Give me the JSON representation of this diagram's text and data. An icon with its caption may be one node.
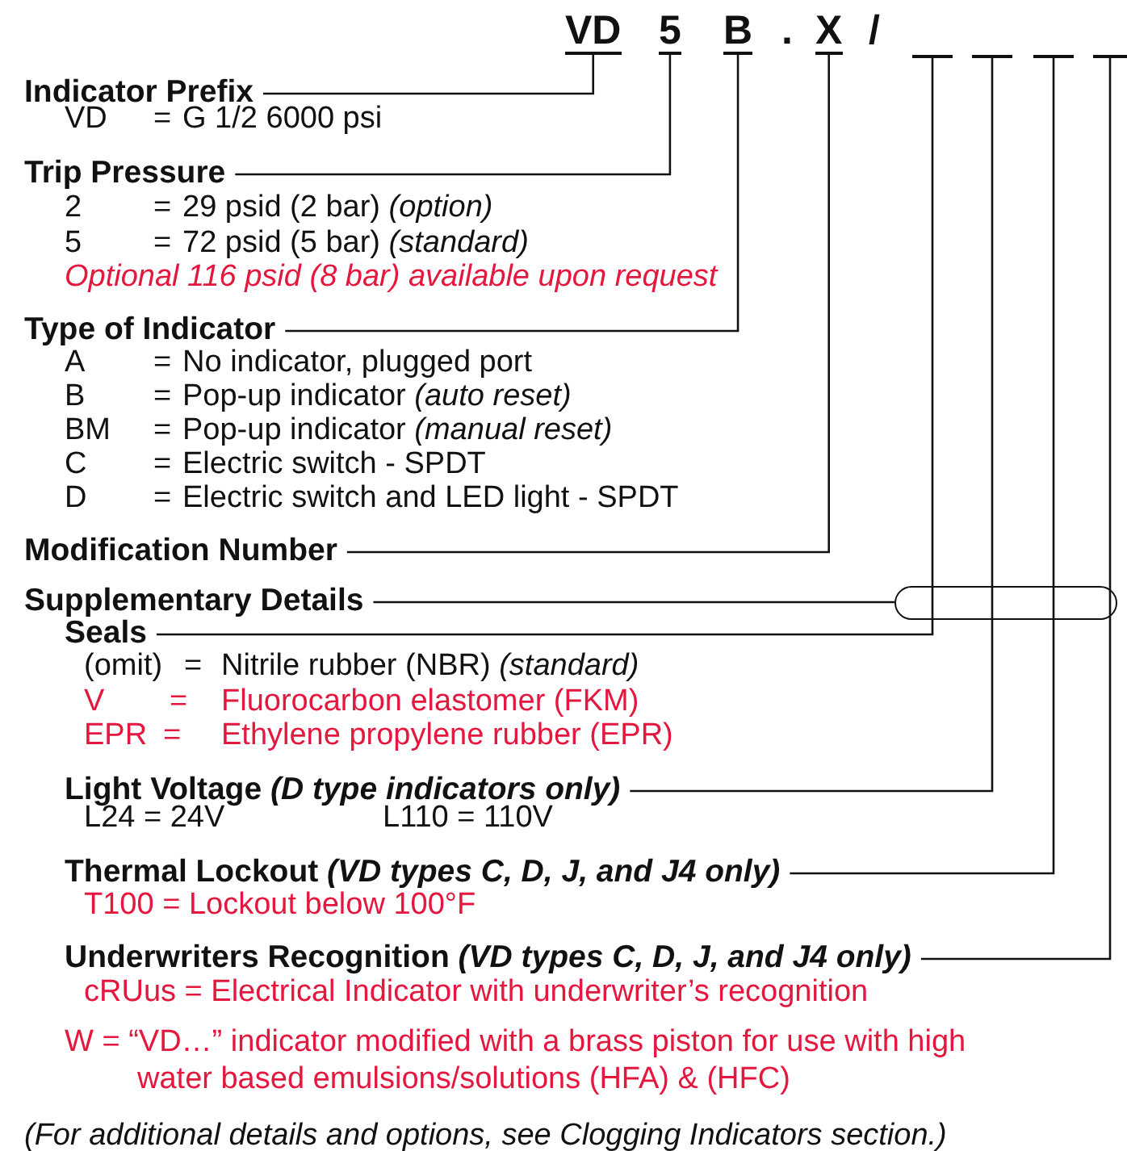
{
  "diagram": {
    "nodes": [
      {
        "text": [
          "VD"
        ]
      },
      {
        "text": [
          "5"
        ]
      },
      {
        "text": [
          "B"
        ]
      },
      {
        "text": [
          "X"
        ]
      },
      {
        "text": [],
        "shape": "line"
      },
      {
        "text": [],
        "shape": "line"
      },
      {
        "text": [],
        "shape": "line"
      },
      {
        "text": [],
        "shape": "line"
      },
      {
        "text": [],
        "shape": "box"
      },
      {
        "text": [
          "Indicator Prefix"
        ]
      },
      {
        "text": [
          "Trip Pressure"
        ]
      },
      {
        "text": [
          "Type of Indicator"
        ]
      },
      {
        "text": [
          "Modification Number"
        ]
      },
      {
        "text": [
          "Supplementary Details"
        ]
      },
      {
        "text": [
          "Seals"
        ]
      },
      {
        "text": [
          "Light Voltage *(D type indicators only)*"
        ]
      },
      {
        "text": [
          "Thermal Lockout *(VD types C, D, J, and J4 only)*"
        ]
      },
      {
        "text": [
          "Underwriters Recognition *(VD types C, D, J, and J4 only)*"
        ]
      }
    ],
    "edges": [
      {
        "from": 9,
        "to": 0,
        "arrow": "none"
      },
      {
        "from": 10,
        "to": 1,
        "arrow": "none"
      },
      {
        "from": 11,
        "to": 2,
        "arrow": "none"
      },
      {
        "from": 12,
        "to": 3,
        "arrow": "none"
      },
      {
        "from": 13,
        "to": 8,
        "arrow": "none"
      },
      {
        "from": 14,
        "to": 4,
        "arrow": "none"
      },
      {
        "from": 15,
        "to": 5,
        "arrow": "none"
      },
      {
        "from": 16,
        "to": 6,
        "arrow": "none"
      },
      {
        "from": 17,
        "to": 7,
        "arrow": "none"
      }
    ],
    "labels": [
      ".",
      "/",
      "VD",
      "=",
      "G 1/2 6000 psi",
      "2",
      "=",
      "29 psid (2 bar) *(option)*",
      "5",
      "=",
      "72 psid (5 bar) *(standard)*",
      "Optional 116 psid (8 bar) available upon request",
      "A",
      "=",
      "No indicator, plugged port",
      "B",
      "=",
      "Pop-up indicator *(auto reset)*",
      "BM",
      "=",
      "Pop-up indicator *(manual reset)*",
      "C",
      "=",
      "Electric switch - SPDT",
      "D",
      "=",
      "Electric switch and LED light - SPDT",
      "(omit)",
      "=",
      "Nitrile rubber (NBR) *(standard)*",
      "V",
      "=",
      "Fluorocarbon elastomer (FKM)",
      "EPR",
      "=",
      "Ethylene propylene rubber (EPR)",
      "L24 = 24V",
      "L110 = 110V",
      "T100 = Lockout below 100°F",
      "cRUus = Electrical Indicator with underwriter’s recognition",
      "W = “VD…” indicator modified with a brass piston for use with high water based emulsions/solutions (HFA) & (HFC)",
      "(For additional details and options, see Clogging Indicators section.)"
    ]
  }
}
